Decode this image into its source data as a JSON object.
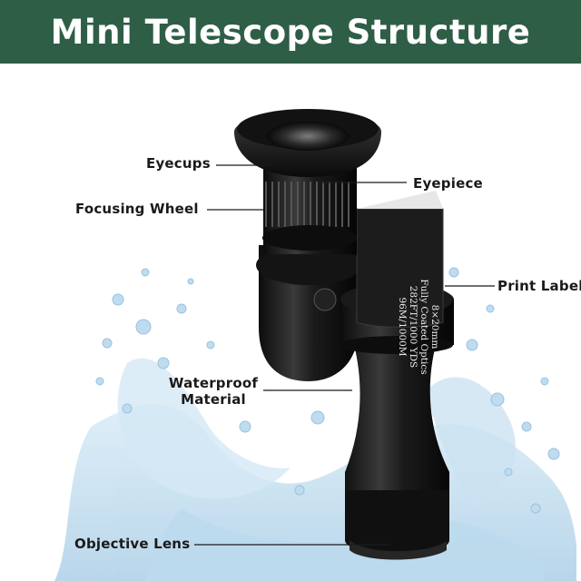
{
  "header": {
    "title": "Mini Telescope Structure"
  },
  "colors": {
    "header_bg": "#2f5e47",
    "header_text": "#ffffff",
    "label_text": "#1a1a1a"
  },
  "labels": {
    "eyecups": "Eyecups",
    "eyepiece": "Eyepiece",
    "focusing_wheel": "Focusing Wheel",
    "print_label": "Print Label",
    "waterproof_line1": "Waterproof",
    "waterproof_line2": "Material",
    "objective_lens": "Objective Lens"
  },
  "product_print": {
    "line1": "8×20mm",
    "line2": "Fully Coated Optics",
    "line3": "282FT/1000 YDS",
    "line4": "96M/1000M"
  }
}
